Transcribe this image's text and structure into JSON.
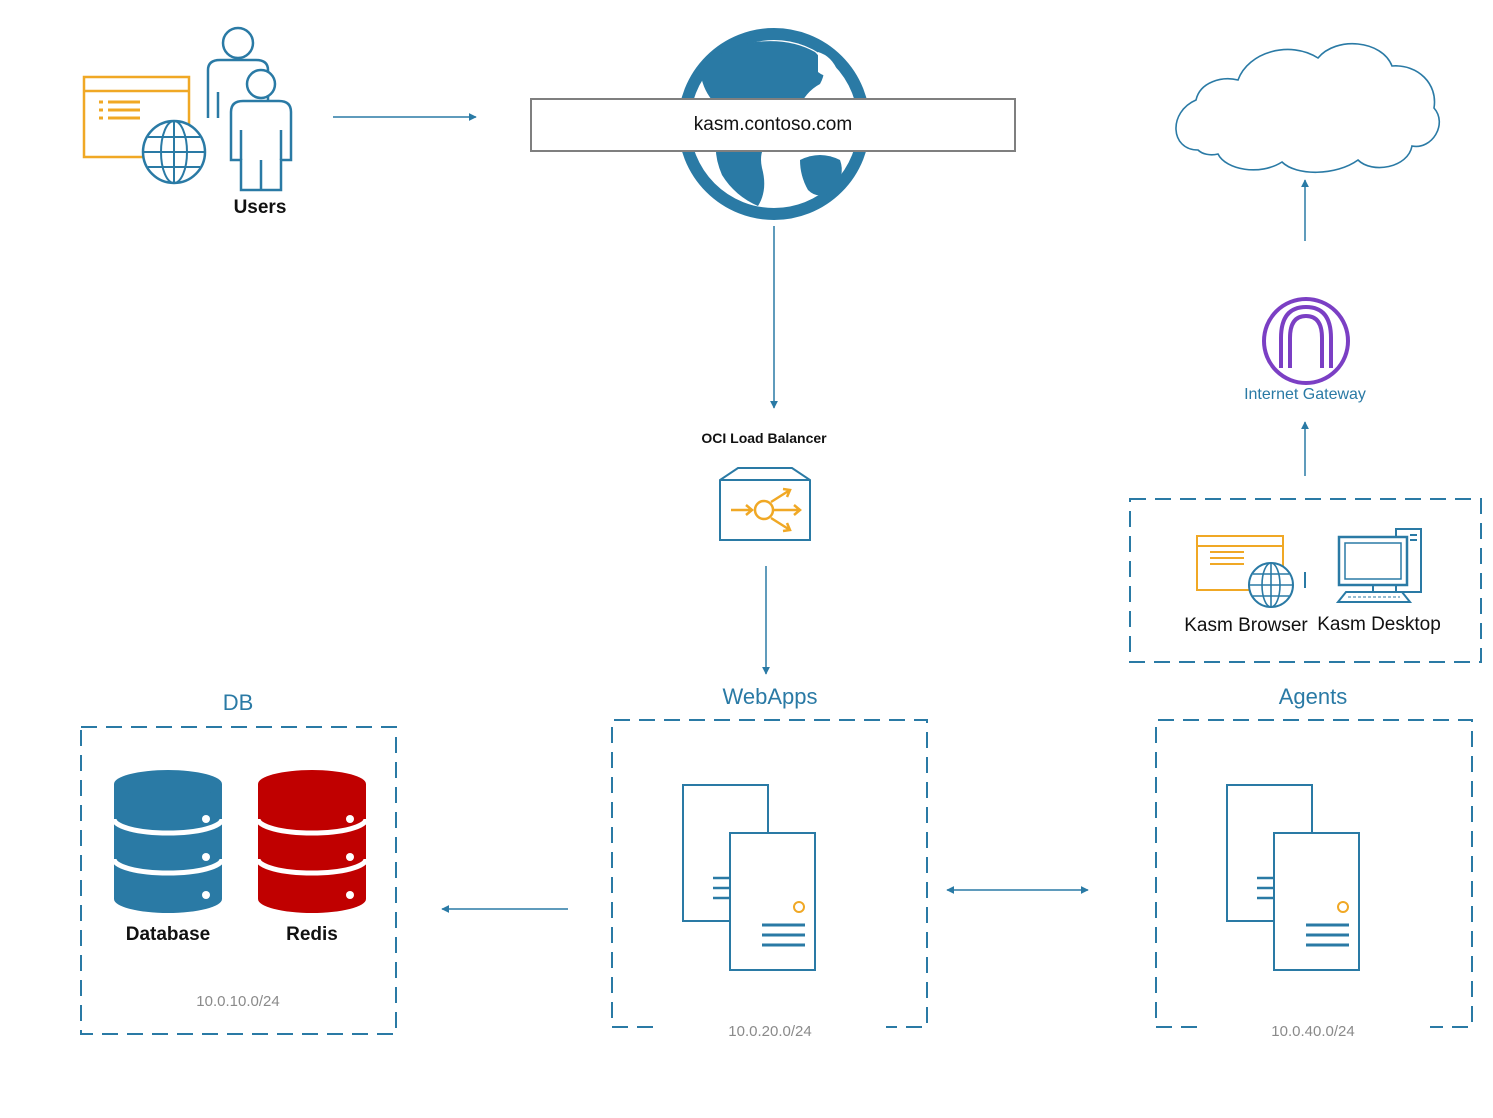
{
  "users": {
    "label": "Users"
  },
  "url_bar": {
    "text": "kasm.contoso.com"
  },
  "load_balancer": {
    "label": "OCI Load Balancer"
  },
  "internet_gateway": {
    "label": "Internet Gateway"
  },
  "agent_clients": {
    "browser_label": "Kasm Browser",
    "desktop_label": "Kasm Desktop"
  },
  "groups": {
    "db": {
      "title": "DB",
      "subnet": "10.0.10.0/24",
      "database_label": "Database",
      "redis_label": "Redis"
    },
    "webapps": {
      "title": "WebApps",
      "subnet": "10.0.20.0/24"
    },
    "agents": {
      "title": "Agents",
      "subnet": "10.0.40.0/24"
    }
  },
  "colors": {
    "connector": "#2a7aa5",
    "icon_blue": "#2a7aa5",
    "accent_orange": "#f0a825",
    "redis_red": "#c00000",
    "gateway_purple": "#7b3fc4",
    "subnet_gray": "#8a8a8a",
    "url_border": "#7f7f7f"
  },
  "icons": [
    "users-icon",
    "browser-globe-icon",
    "globe-icon",
    "cloud-icon",
    "internet-gateway-icon",
    "load-balancer-icon",
    "database-icon",
    "redis-icon",
    "server-icon",
    "desktop-computer-icon"
  ]
}
